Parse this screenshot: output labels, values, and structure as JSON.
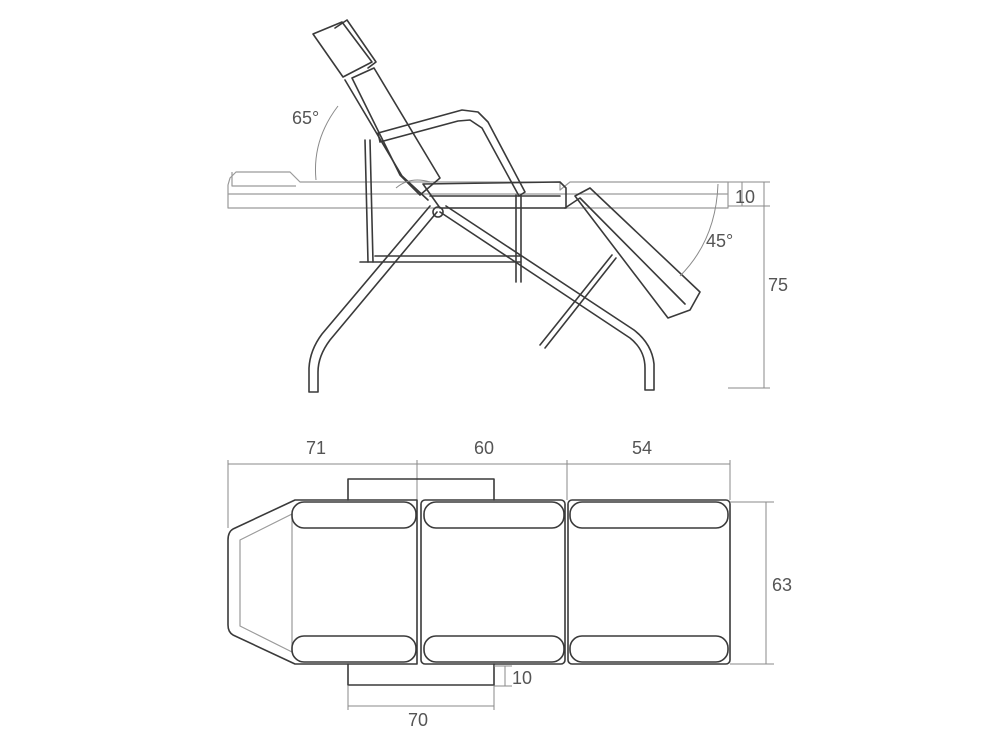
{
  "side_view": {
    "angle_backrest": "65°",
    "angle_legrest": "45°",
    "height_pad": "10",
    "height_total": "75"
  },
  "top_view": {
    "length_head": "71",
    "length_middle": "60",
    "length_leg": "54",
    "width": "63",
    "armrest_width": "10",
    "armrest_length": "70"
  },
  "colors": {
    "outline": "#3a3a3a",
    "ghost": "#9a9a9a",
    "dimension": "#8a8a8a",
    "text": "#555555"
  }
}
